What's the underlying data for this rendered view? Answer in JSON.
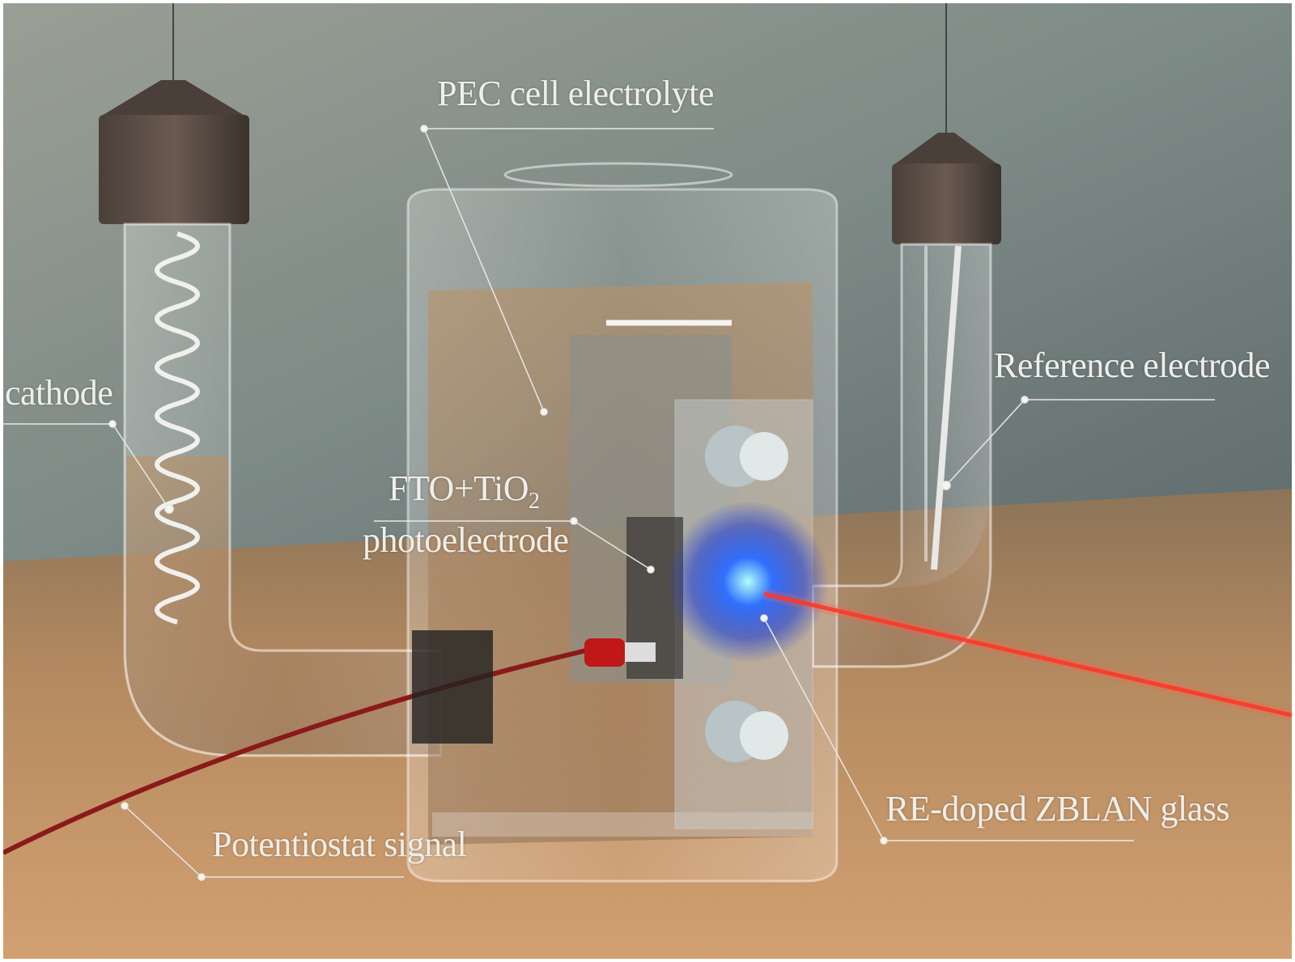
{
  "labels": {
    "pec_cell_electrolyte": "PEC cell electrolyte",
    "reference_electrode": "Reference electrode",
    "cathode": "cathode",
    "photoelectrode_line1_main": "FTO+TiO",
    "photoelectrode_line1_sub": "2",
    "photoelectrode_line2": "photoelectrode",
    "zblan_glass": "RE-doped ZBLAN glass",
    "potentiostat_signal": "Potentiostat signal"
  },
  "colors": {
    "wall_top": "#8e9a96",
    "wall_bottom": "#6f7672",
    "table": "#b98a5c",
    "blue_glow": "#2a5cff",
    "laser_red": "#e8201a",
    "cable_red": "#8a1a1a",
    "label_text": "#eeeeea"
  }
}
